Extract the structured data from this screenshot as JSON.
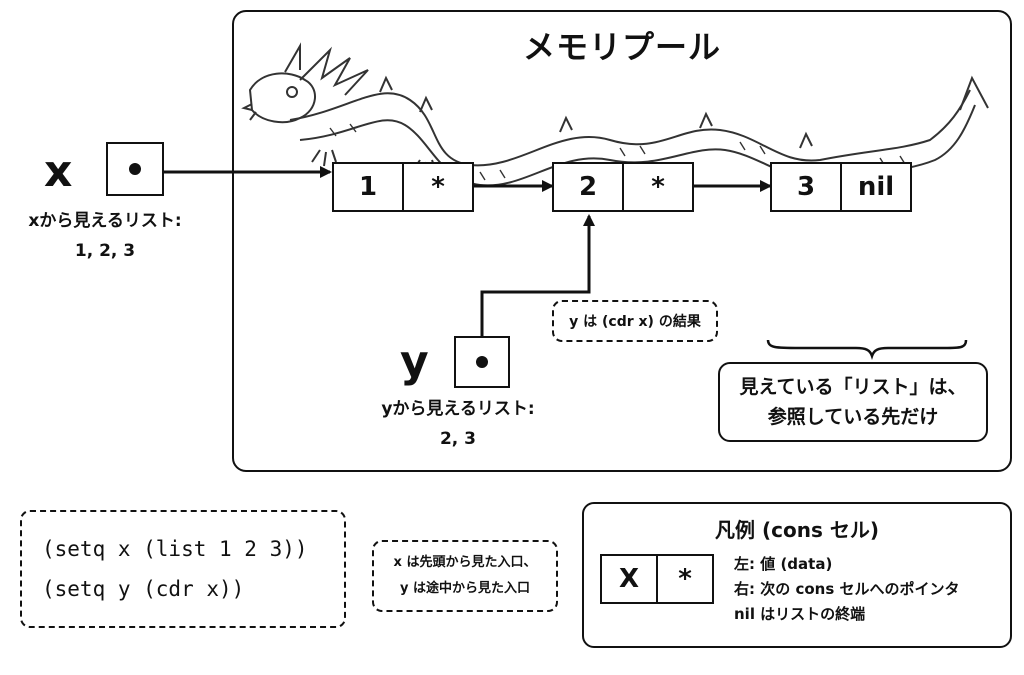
{
  "pool": {
    "title": "メモリプール"
  },
  "vars": {
    "x": {
      "name": "x",
      "caption_line1": "xから見えるリスト:",
      "caption_line2": "1, 2, 3"
    },
    "y": {
      "name": "y",
      "caption_line1": "yから見えるリスト:",
      "caption_line2": "2, 3"
    }
  },
  "cells": [
    {
      "value": "1",
      "pointer": "*"
    },
    {
      "value": "2",
      "pointer": "*"
    },
    {
      "value": "3",
      "pointer": "nil"
    }
  ],
  "notes": {
    "cdr": "y は (cdr x) の結果",
    "visible_line1": "見えている「リスト」は、",
    "visible_line2": "参照している先だけ",
    "entry_line1": "x は先頭から見た入口、",
    "entry_line2": "y は途中から見た入口"
  },
  "code": [
    "(setq x (list 1 2 3))",
    "(setq y (cdr x))"
  ],
  "legend": {
    "title": "凡例 (cons セル)",
    "cell_value": "X",
    "cell_pointer": "*",
    "lines": [
      "左: 値 (data)",
      "右: 次の cons セルへのポインタ",
      "nil はリストの終端"
    ]
  },
  "icons": {
    "dragon": "dragon-illustration"
  }
}
